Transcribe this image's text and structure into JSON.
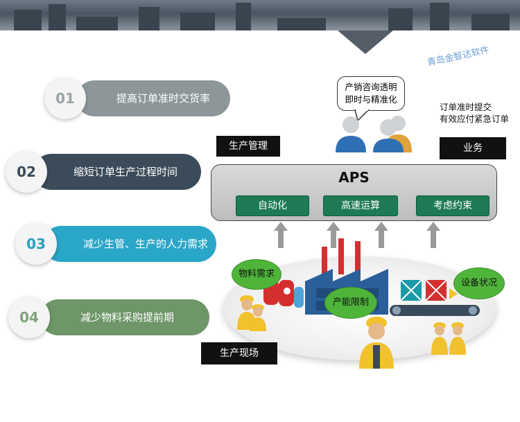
{
  "watermark": "青岛金智达软件",
  "benefits": [
    {
      "num": "01",
      "label": "提高订单准时交货率"
    },
    {
      "num": "02",
      "label": "缩短订单生产过程时间"
    },
    {
      "num": "03",
      "label": "减少生管、生产的人力需求"
    },
    {
      "num": "04",
      "label": "减少物料采购提前期"
    }
  ],
  "production_mgmt_label": "生产管理",
  "sales_label": "业务",
  "sales_bubble": {
    "line1": "产销咨询透明",
    "line2": "即时与精准化"
  },
  "sales_note": {
    "line1": "订单准时提交",
    "line2": "有效应付紧急订单"
  },
  "aps": {
    "title": "APS",
    "modules": [
      "自动化",
      "高速运算",
      "考虑约束"
    ]
  },
  "floor": {
    "material_label": "物料需求",
    "capacity_label": "产能限制",
    "equipment_label": "设备状况",
    "site_label": "生产现场"
  }
}
